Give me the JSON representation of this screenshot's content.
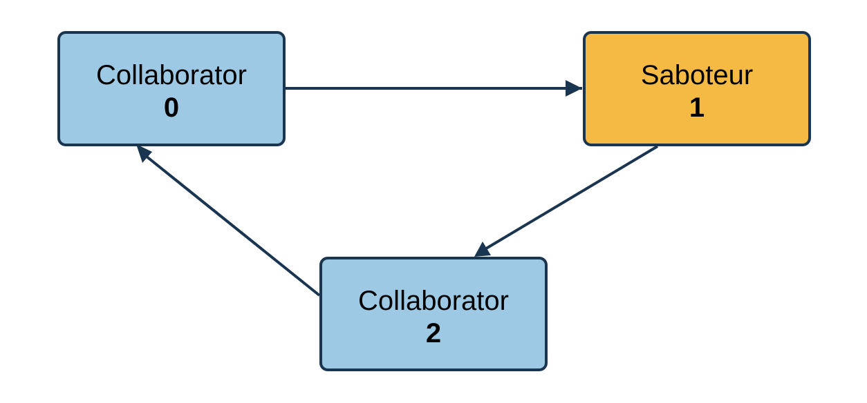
{
  "colors": {
    "collaborator_fill": "#9dc9e4",
    "saboteur_fill": "#f4ba43",
    "stroke": "#1a3550"
  },
  "nodes": [
    {
      "role": "Collaborator",
      "id": "0",
      "color": "#9dc9e4"
    },
    {
      "role": "Saboteur",
      "id": "1",
      "color": "#f4ba43"
    },
    {
      "role": "Collaborator",
      "id": "2",
      "color": "#9dc9e4"
    }
  ],
  "edges": [
    {
      "from": "0",
      "to": "1"
    },
    {
      "from": "1",
      "to": "2"
    },
    {
      "from": "2",
      "to": "0"
    }
  ]
}
